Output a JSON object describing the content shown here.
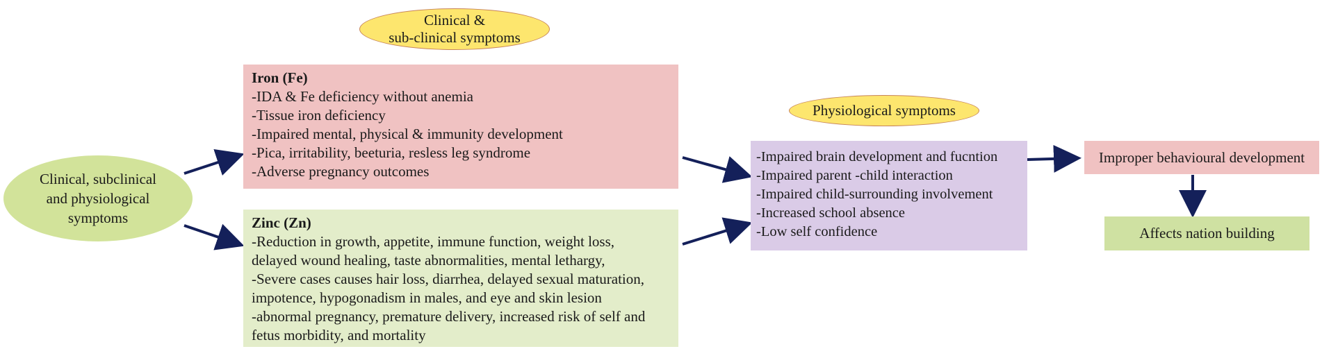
{
  "labels": {
    "clinical_top": [
      "Clinical &",
      "sub-clinical symptoms"
    ],
    "physio_label": "Physiological symptoms",
    "left_ellipse": [
      "Clinical, subclinical",
      "and physiological",
      "symptoms"
    ]
  },
  "iron": {
    "title": "Iron (Fe)",
    "items": [
      "-IDA & Fe deficiency without anemia",
      "-Tissue iron deficiency",
      "-Impaired mental, physical & immunity development",
      "-Pica, irritability, beeturia, resless leg syndrome",
      "-Adverse pregnancy outcomes"
    ]
  },
  "zinc": {
    "title": "Zinc (Zn)",
    "items": [
      "-Reduction in growth, appetite, immune function, weight loss,",
      "delayed wound healing, taste abnormalities, mental lethargy,",
      "-Severe cases causes hair loss, diarrhea, delayed sexual maturation,",
      "impotence, hypogonadism in males, and eye and skin lesion",
      "-abnormal pregnancy, premature delivery, increased risk of self and",
      "fetus morbidity, and mortality"
    ]
  },
  "physio": {
    "items": [
      "-Impaired brain development and fucntion",
      "-Impaired parent -child interaction",
      "-Impaired child-surrounding involvement",
      "-Increased school absence",
      "-Low self confidence"
    ]
  },
  "outcomes": {
    "behaviour": "Improper behavioural development",
    "nation": "Affects nation building"
  },
  "colors": {
    "arrow": "#14205a",
    "yellow": "#fde66e",
    "pink": "#f0c2c2",
    "light_green": "#e3edca",
    "lavender": "#dacbe7",
    "mid_green": "#cfe1a2"
  }
}
